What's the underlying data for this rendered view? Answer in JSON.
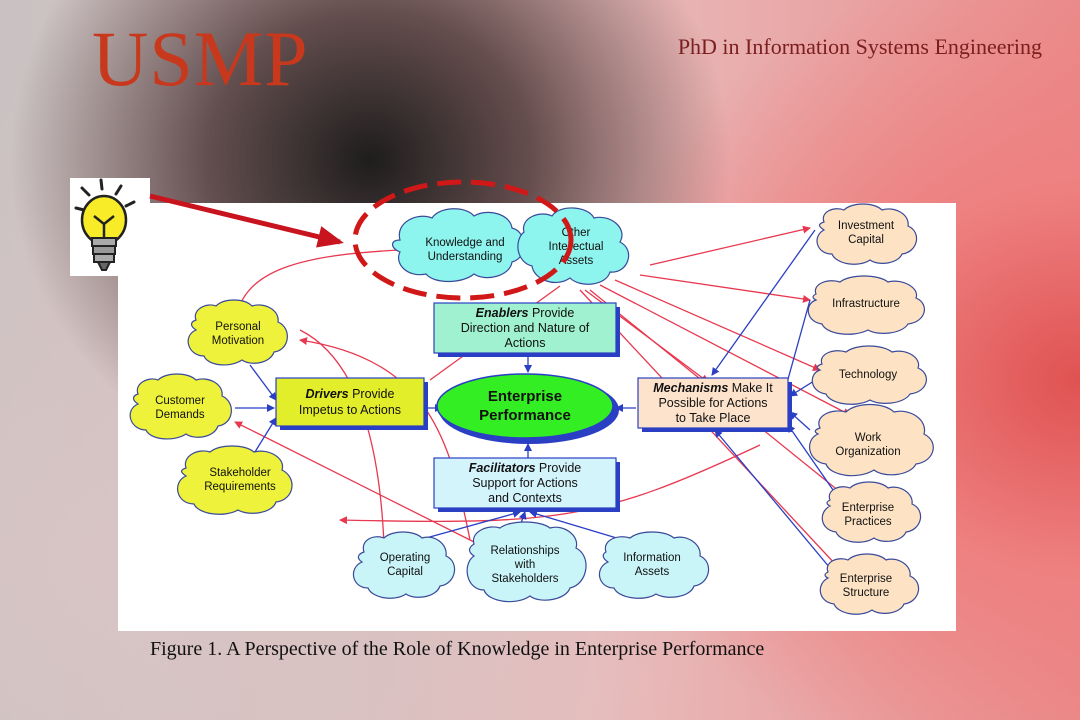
{
  "header": {
    "logo": "USMP",
    "subtitle": "PhD in Information Systems Engineering"
  },
  "caption": "Figure 1. A Perspective of the Role of Knowledge in Enterprise Performance",
  "diagram": {
    "center": [
      "Enterprise",
      "Performance"
    ],
    "enablers": {
      "emph": "Enablers",
      "lines": [
        " Provide",
        "Direction and Nature of",
        "Actions"
      ]
    },
    "drivers": {
      "emph": "Drivers",
      "lines": [
        " Provide",
        "Impetus to Actions"
      ]
    },
    "facilitators": {
      "emph": "Facilitators",
      "lines": [
        " Provide",
        "Support for Actions",
        "and Contexts"
      ]
    },
    "mechanisms": {
      "emph": "Mechanisms",
      "lines": [
        " Make It",
        "Possible for Actions",
        "to Take Place"
      ]
    },
    "clouds": {
      "knowledge": [
        "Knowledge and",
        "Understanding"
      ],
      "other_assets": [
        "Other",
        "Intellectual",
        "Assets"
      ],
      "personal_motivation": [
        "Personal",
        "Motivation"
      ],
      "customer_demands": [
        "Customer",
        "Demands"
      ],
      "stakeholder_requirements": [
        "Stakeholder",
        "Requirements"
      ],
      "operating_capital": [
        "Operating",
        "Capital"
      ],
      "relationships": [
        "Relationships",
        "with",
        "Stakeholders"
      ],
      "information_assets": [
        "Information",
        "Assets"
      ],
      "investment_capital": [
        "Investment",
        "Capital"
      ],
      "infrastructure": [
        "Infrastructure"
      ],
      "technology": [
        "Technology"
      ],
      "work_organization": [
        "Work",
        "Organization"
      ],
      "enterprise_practices": [
        "Enterprise",
        "Practices"
      ],
      "enterprise_structure": [
        "Enterprise",
        "Structure"
      ]
    },
    "colors": {
      "cyan_cloud": "#8ef4ee",
      "yellow_cloud": "#eef23a",
      "light_cyan": "#c9f5f8",
      "orange_cloud": "#fde3c4",
      "enablers_box": "#9ff1cf",
      "drivers_box": "#e3ee2a",
      "facilitators_box": "#d4f4fb",
      "mechanisms_box": "#fde3cc",
      "center": "#33ee22",
      "red_link": "#e8384f",
      "blue_link": "#2a3fc4",
      "highlight": "#d01818"
    }
  }
}
